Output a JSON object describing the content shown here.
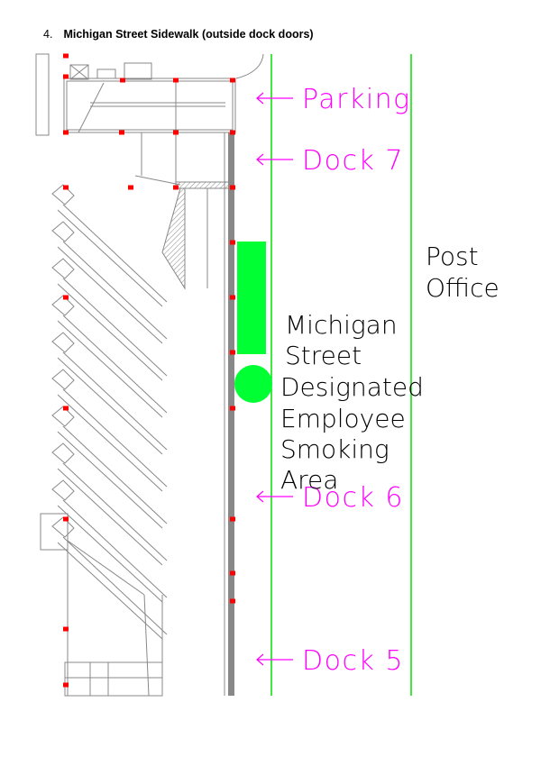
{
  "heading": {
    "number": "4.",
    "title": "Michigan Street Sidewalk (outside dock doors)"
  },
  "labels": {
    "parking": "Parking",
    "dock7": "Dock 7",
    "dock6": "Dock 6",
    "dock5": "Dock 5",
    "post_office": [
      "Post",
      "Office"
    ],
    "smoking_area": [
      "Michigan",
      "Street",
      "Designated",
      "Employee",
      "Smoking",
      "Area"
    ]
  },
  "colors": {
    "label": "#ff00ff",
    "smoking_area": "#00ff33",
    "street_line": "#00e000",
    "wall": "#777777",
    "marker": "#ff0000"
  }
}
